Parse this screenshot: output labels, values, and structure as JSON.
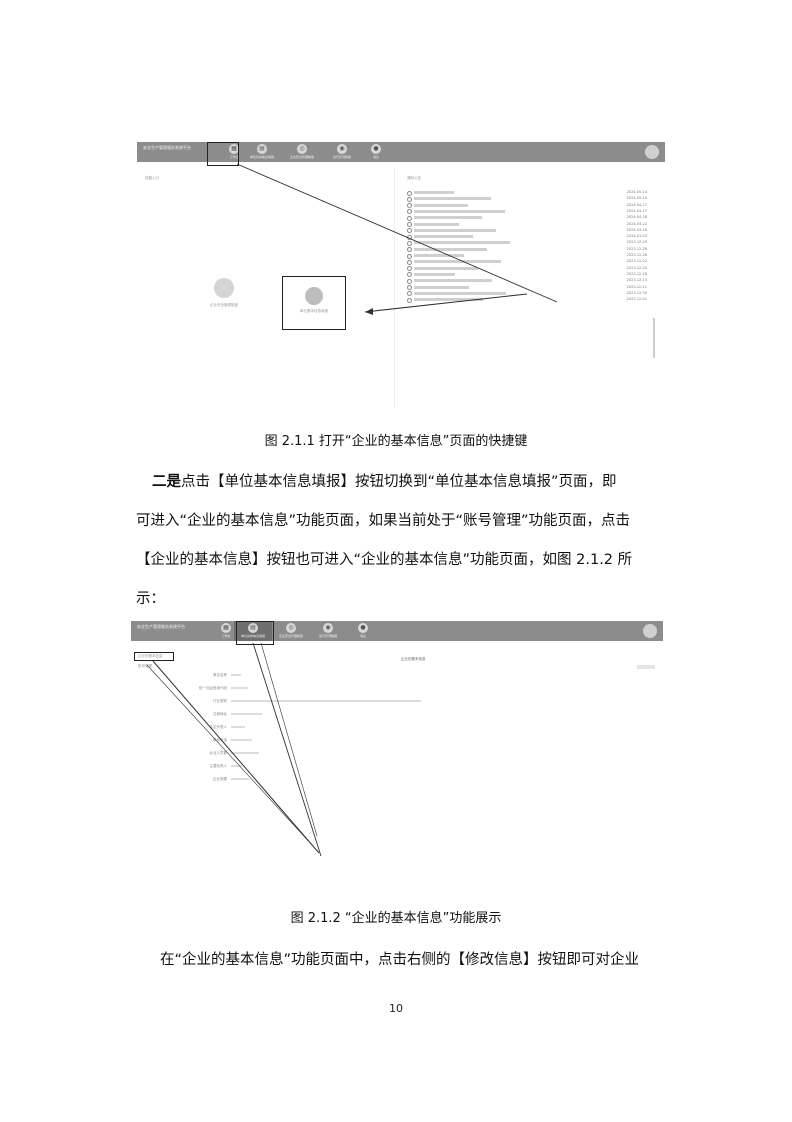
{
  "figure1": {
    "app_title": "安全生产管理服务系统平台",
    "nav_items": [
      "工作台",
      "单位基本信息填报",
      "企业安全管理制度",
      "运行状况数据",
      "消息"
    ],
    "left_panel_title": "快捷入口",
    "right_panel_title": "通知公告",
    "shortcut_left_label": "企业安全管理制度",
    "shortcut_right_label": "单位基本信息填报",
    "dates": [
      "2024-05-14",
      "2024-05-14",
      "2024-04-17",
      "2024-04-17",
      "2024-04-16",
      "2024-03-22",
      "2024-03-18",
      "2024-01-03",
      "2023-12-29",
      "2023-12-28",
      "2023-12-26",
      "2023-12-22",
      "2023-12-20",
      "2023-12-18",
      "2023-12-13",
      "2023-12-11",
      "2023-12-05",
      "2023-12-01"
    ],
    "caption": "图 2.1.1  打开“企业的基本信息”页面的快捷键"
  },
  "paragraph1": {
    "line1_bold": "二是",
    "line1_rest": "点击【单位基本信息填报】按钮切换到“单位基本信息填报”页面，即",
    "line2": "可进入“企业的基本信息”功能页面，如果当前处于“账号管理”功能页面，点击",
    "line3": "【企业的基本信息】按钮也可进入“企业的基本信息”功能页面，如图 2.1.2 所",
    "line4": "示："
  },
  "figure2": {
    "app_title": "安全生产管理服务系统平台",
    "nav_items": [
      "工作台",
      "单位基本信息填报",
      "企业安全管理制度",
      "运行状况数据",
      "消息"
    ],
    "tab_label": "企业的基本信息",
    "side_link": "账号管理",
    "form_title": "企业的基本信息",
    "form_labels": [
      "单位名称",
      "统一社会信用代码",
      "行业类别",
      "注册地址",
      "法定代表人",
      "联系电话",
      "从业人员数",
      "主要负责人",
      "企业规模"
    ],
    "caption": "图 2.1.2  “企业的基本信息”功能展示"
  },
  "paragraph2": {
    "line1": "在“企业的基本信息”功能页面中，点击右侧的【修改信息】按钮即可对企业"
  },
  "page_number": "10"
}
